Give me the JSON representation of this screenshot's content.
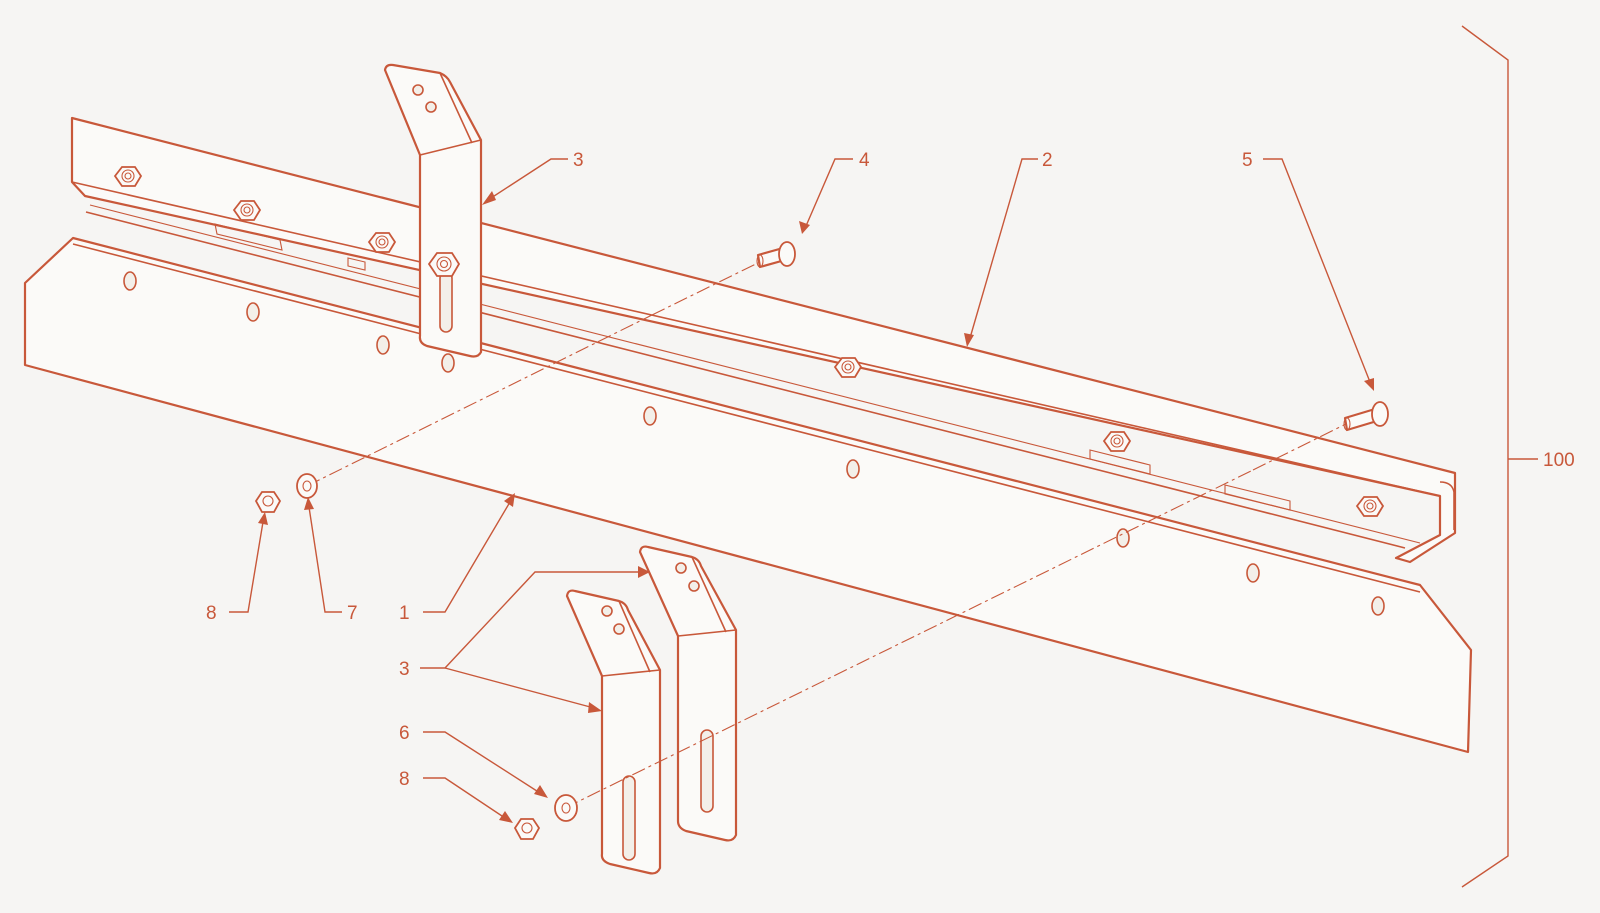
{
  "diagram": {
    "accent_color": "#c8583a",
    "background_color": "#f6f5f3",
    "callouts": [
      {
        "id": "c1",
        "label": "1"
      },
      {
        "id": "c2",
        "label": "2"
      },
      {
        "id": "c3a",
        "label": "3"
      },
      {
        "id": "c3b",
        "label": "3"
      },
      {
        "id": "c4",
        "label": "4"
      },
      {
        "id": "c5",
        "label": "5"
      },
      {
        "id": "c6",
        "label": "6"
      },
      {
        "id": "c7",
        "label": "7"
      },
      {
        "id": "c8a",
        "label": "8"
      },
      {
        "id": "c8b",
        "label": "8"
      },
      {
        "id": "c100",
        "label": "100"
      }
    ]
  }
}
